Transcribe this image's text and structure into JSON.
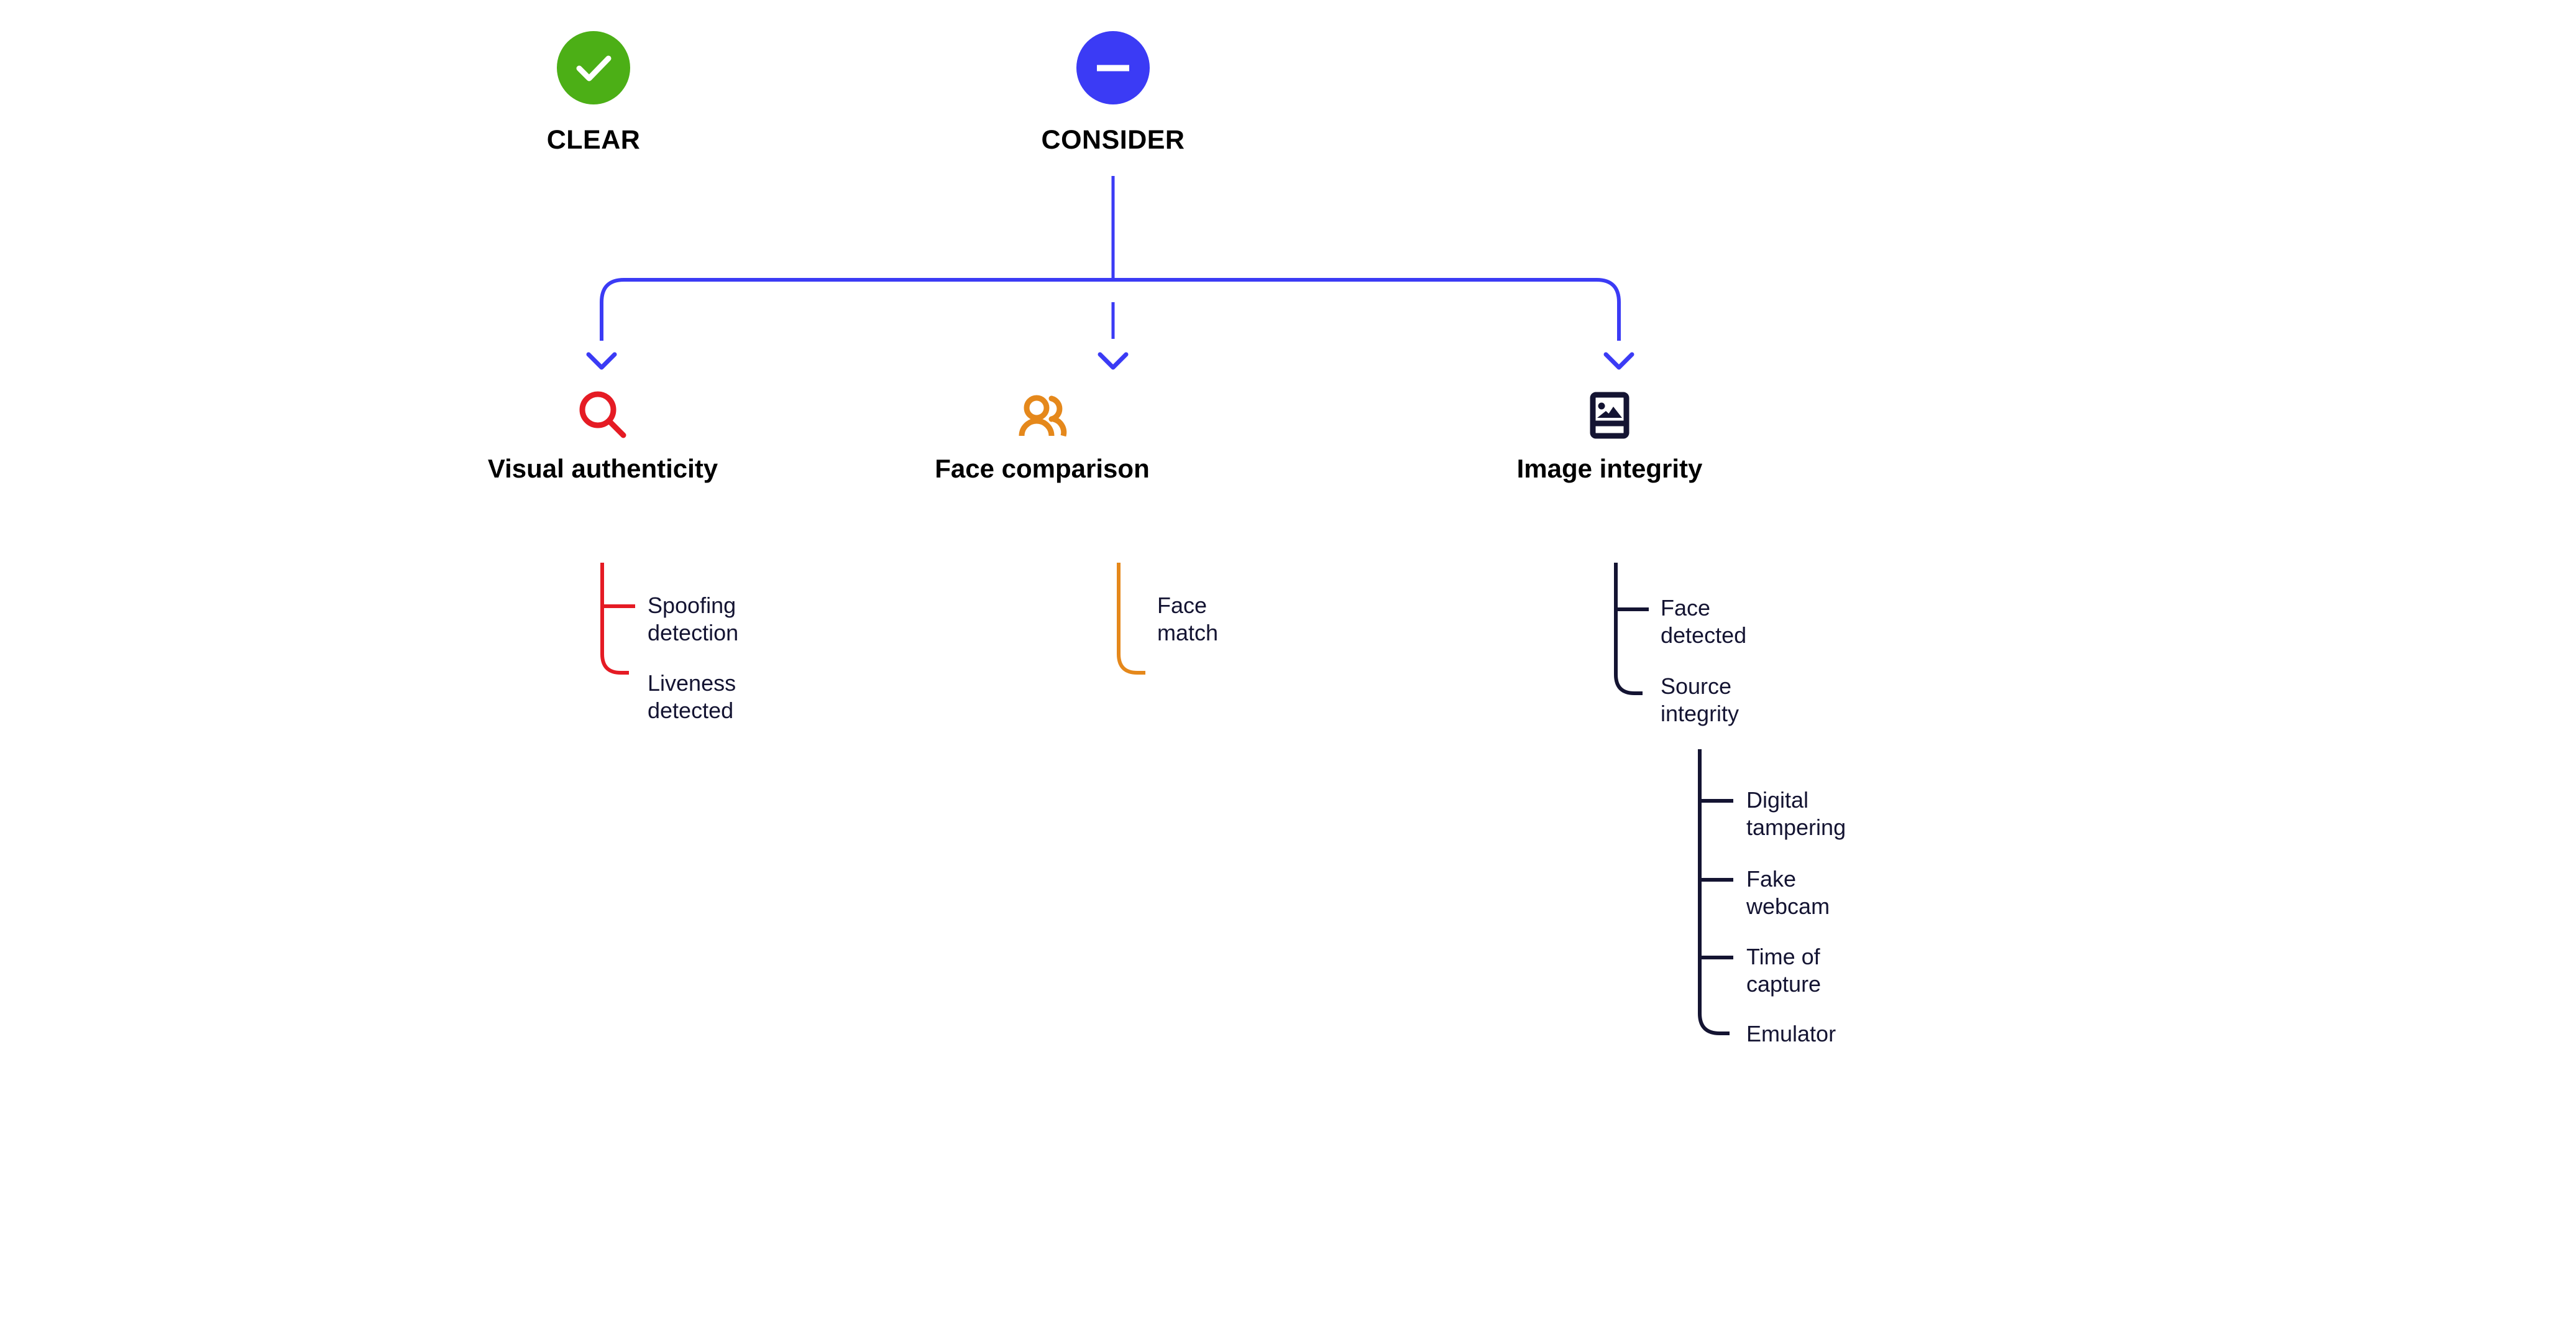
{
  "statuses": [
    {
      "id": "clear",
      "label": "CLEAR",
      "icon": "check-circle-icon",
      "color": "#4CAF16",
      "glyph": "check"
    },
    {
      "id": "consider",
      "label": "CONSIDER",
      "icon": "minus-circle-icon",
      "color": "#3B3BF5",
      "glyph": "minus"
    }
  ],
  "connector": {
    "color": "#3B3BF5",
    "arrow_icon": "chevron-down-icon"
  },
  "branches": [
    {
      "id": "visual-authenticity",
      "title": "Visual\nauthenticity",
      "icon": "magnifier-icon",
      "icon_color": "#E51B24",
      "bracket_color": "#E51B24",
      "children": [
        {
          "label": "Spoofing\ndetection"
        },
        {
          "label": "Liveness\ndetected"
        }
      ]
    },
    {
      "id": "face-comparison",
      "title": "Face\ncomparison",
      "icon": "two-people-icon",
      "icon_color": "#E5881B",
      "bracket_color": "#E5881B",
      "children": [
        {
          "label": "Face\nmatch"
        }
      ]
    },
    {
      "id": "image-integrity",
      "title": "Image\nintegrity",
      "icon": "photo-icon",
      "icon_color": "#141432",
      "bracket_color": "#141432",
      "children": [
        {
          "label": "Face\ndetected"
        },
        {
          "label": "Source\nintegrity",
          "bracket_color": "#141432",
          "children": [
            {
              "label": "Digital\ntampering"
            },
            {
              "label": "Fake\nwebcam"
            },
            {
              "label": "Time of\ncapture"
            },
            {
              "label": "Emulator"
            }
          ]
        }
      ]
    }
  ],
  "leaf_text": {
    "spoofing": "Spoofing\ndetection",
    "liveness": "Liveness\ndetected",
    "face_match": "Face\nmatch",
    "face_detected": "Face\ndetected",
    "source_integrity": "Source\nintegrity",
    "digital_tampering": "Digital\ntampering",
    "fake_webcam": "Fake\nwebcam",
    "time_of_capture": "Time of\ncapture",
    "emulator": "Emulator"
  },
  "titles": {
    "visual": "Visual\nauthenticity",
    "face": "Face\ncomparison",
    "image": "Image\nintegrity"
  }
}
